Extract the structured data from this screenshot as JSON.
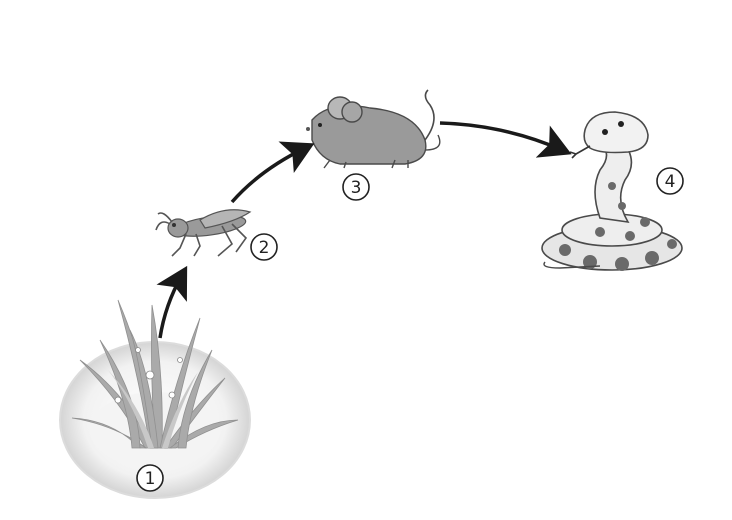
{
  "diagram": {
    "organisms": [
      {
        "label": "1",
        "icon": "grass-icon"
      },
      {
        "label": "2",
        "icon": "grasshopper-icon"
      },
      {
        "label": "3",
        "icon": "mouse-icon"
      },
      {
        "label": "4",
        "icon": "snake-icon"
      }
    ],
    "arrows": [
      {
        "from": "1",
        "to": "2"
      },
      {
        "from": "2",
        "to": "3"
      },
      {
        "from": "3",
        "to": "4"
      }
    ],
    "colors": {
      "arrow": "#1a1a1a",
      "outline": "#555555",
      "grass": "#a8a8a8",
      "mouse": "#9a9a9a",
      "snake_body": "#e8e8e8",
      "snake_spots": "#6a6a6a"
    }
  }
}
